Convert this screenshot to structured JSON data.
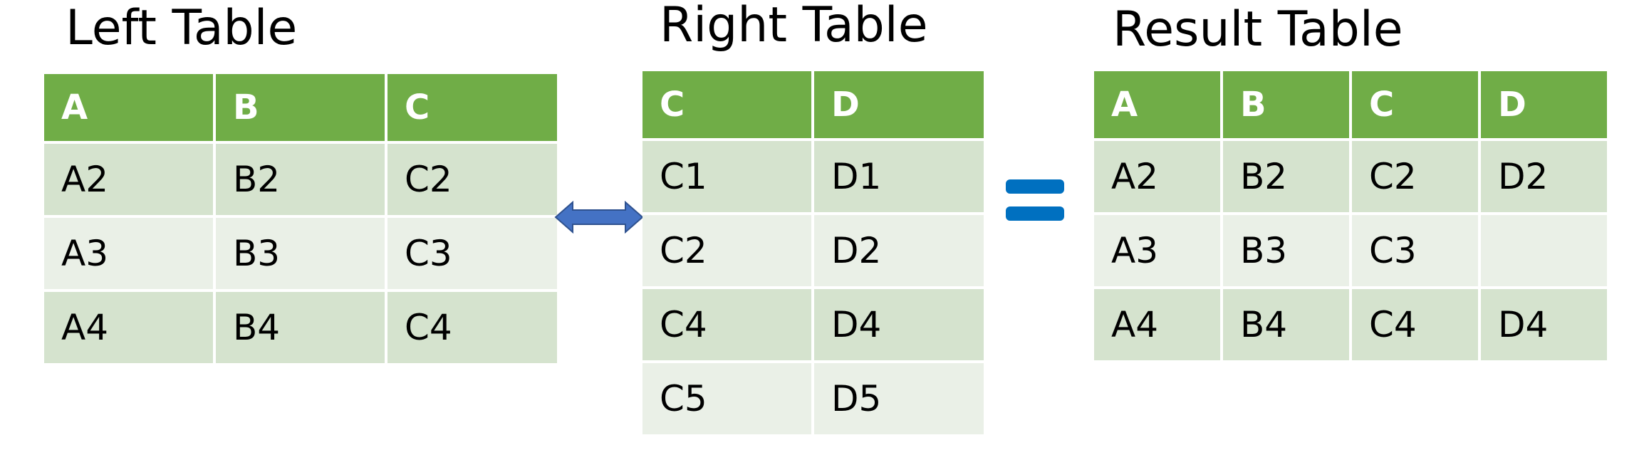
{
  "left_table": {
    "title": "Left Table",
    "headers": [
      "A",
      "B",
      "C"
    ],
    "rows": [
      [
        "A2",
        "B2",
        "C2"
      ],
      [
        "A3",
        "B3",
        "C3"
      ],
      [
        "A4",
        "B4",
        "C4"
      ]
    ]
  },
  "right_table": {
    "title": "Right Table",
    "headers": [
      "C",
      "D"
    ],
    "rows": [
      [
        "C1",
        "D1"
      ],
      [
        "C2",
        "D2"
      ],
      [
        "C4",
        "D4"
      ],
      [
        "C5",
        "D5"
      ]
    ]
  },
  "result_table": {
    "title": "Result Table",
    "headers": [
      "A",
      "B",
      "C",
      "D"
    ],
    "rows": [
      [
        "A2",
        "B2",
        "C2",
        "D2"
      ],
      [
        "A3",
        "B3",
        "C3",
        ""
      ],
      [
        "A4",
        "B4",
        "C4",
        "D4"
      ]
    ]
  },
  "colors": {
    "header": "#70ad47",
    "row_odd": "#d5e3ce",
    "row_even": "#eaf0e7",
    "arrow": "#4472c4",
    "equals": "#0070c0"
  },
  "icons": {
    "join_arrow": "double-arrow-icon",
    "equals": "equals-icon"
  }
}
